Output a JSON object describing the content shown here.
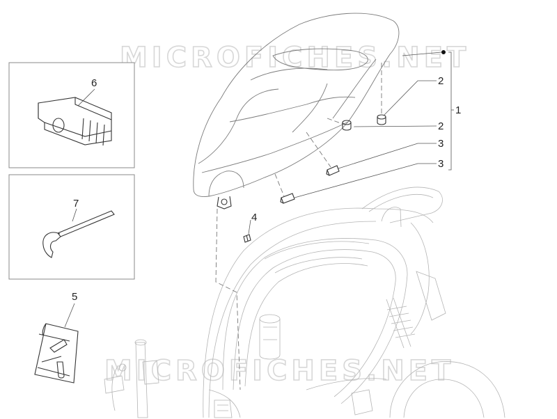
{
  "watermark": {
    "text": "MICROFICHES.NET"
  },
  "callouts": [
    {
      "id": "c1",
      "label": "1"
    },
    {
      "id": "c2a",
      "label": "2"
    },
    {
      "id": "c2b",
      "label": "2"
    },
    {
      "id": "c3a",
      "label": "3"
    },
    {
      "id": "c3b",
      "label": "3"
    },
    {
      "id": "c4",
      "label": "4"
    },
    {
      "id": "c5",
      "label": "5"
    },
    {
      "id": "c6",
      "label": "6"
    },
    {
      "id": "c7",
      "label": "7"
    }
  ],
  "colors": {
    "line": "#7a7a7a",
    "line_light": "#b4b4b4",
    "watermark": "#d7d7d7",
    "text": "#222222"
  },
  "parts": [
    "seat",
    "seat-rubber-bumper",
    "seat-spacer",
    "seat-screw",
    "tool-kit-bag",
    "seat-hinge-clip",
    "spanner-wrench",
    "scooter-frame"
  ]
}
